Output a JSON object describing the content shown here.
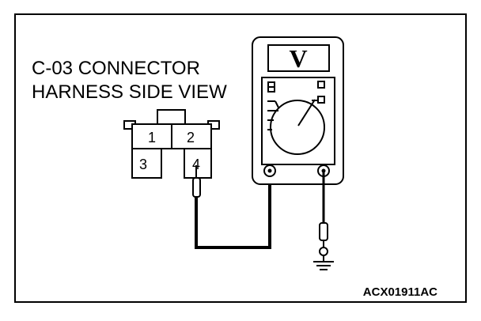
{
  "diagram": {
    "title_line1": "C-03 CONNECTOR",
    "title_line2": "HARNESS SIDE VIEW",
    "meter_display": "V",
    "pins": [
      "1",
      "2",
      "3",
      "4"
    ],
    "figure_code": "ACX01911AC"
  }
}
